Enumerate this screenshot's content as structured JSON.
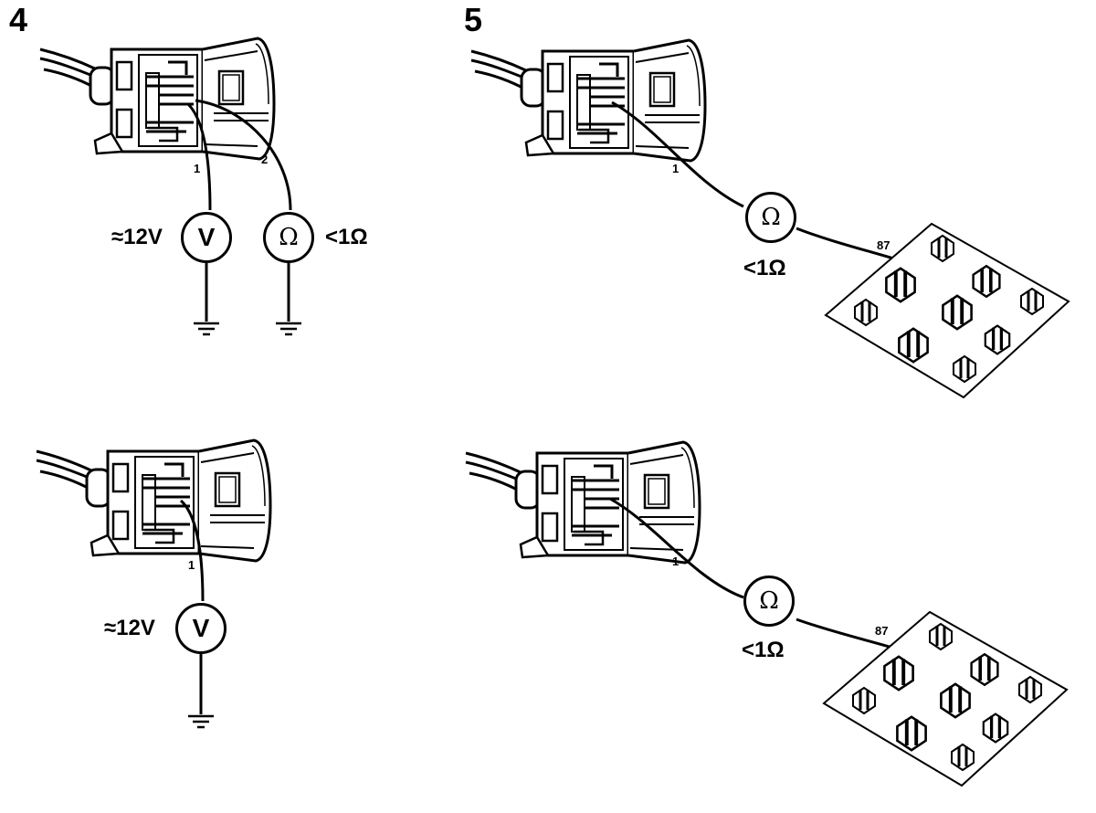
{
  "steps": {
    "top_left": "4",
    "top_right": "5"
  },
  "meters": {
    "volt_symbol": "V",
    "ohm_symbol": "Ω"
  },
  "readings": {
    "voltage": "≈12V",
    "resistance": "<1Ω"
  },
  "pins": {
    "pin1": "1",
    "pin2": "2",
    "relay_pin": "87"
  },
  "colors": {
    "line": "#000000",
    "background": "#ffffff"
  }
}
